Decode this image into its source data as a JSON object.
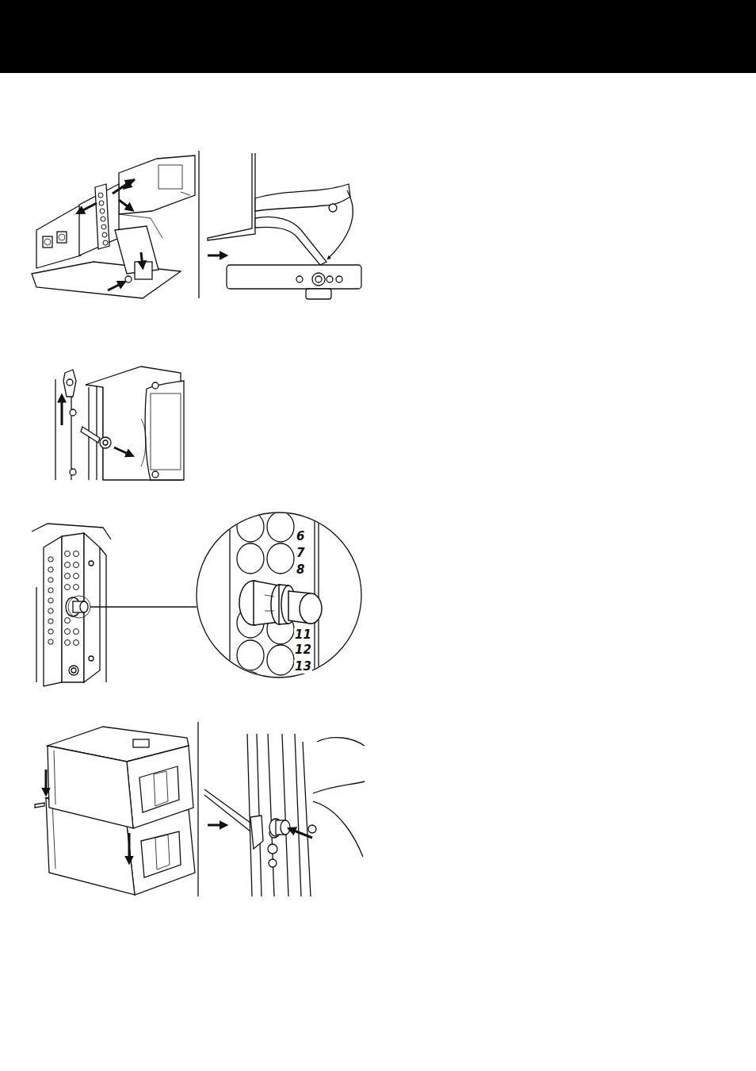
{
  "diagram": {
    "labels": [
      "6",
      "7",
      "8",
      "11",
      "12",
      "13"
    ]
  }
}
